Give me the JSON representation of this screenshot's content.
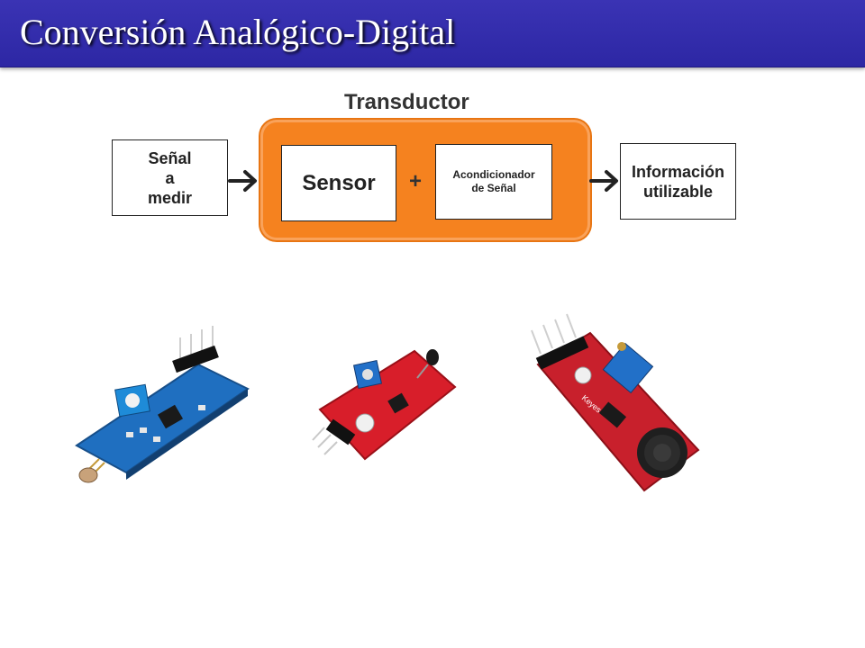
{
  "slide": {
    "title": "Conversión Analógico-Digital"
  },
  "diagram": {
    "transducer_label": "Transductor",
    "input_box": "Señal\na\nmedir",
    "sensor_box": "Sensor",
    "plus_sign": "+",
    "conditioner_box": "Acondicionador\nde Señal",
    "output_box": "Información\nutilizable"
  },
  "modules": {
    "mic_board_label": "Keyes"
  },
  "colors": {
    "title_bar": "#2d27a4",
    "transducer_fill": "#f5821f",
    "ldr_board": "#1f6fc0",
    "thermistor_board": "#d81e2a",
    "mic_board": "#c8202c"
  }
}
